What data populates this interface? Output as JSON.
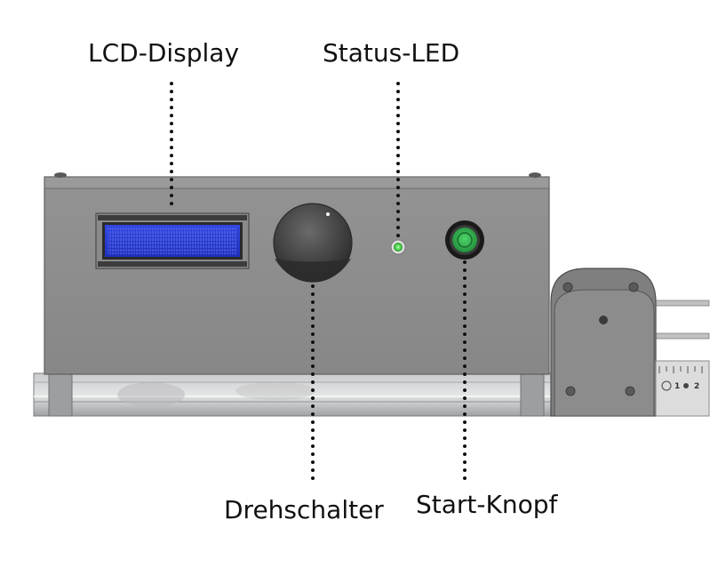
{
  "labels": {
    "lcd_display": "LCD-Display",
    "status_led": "Status-LED",
    "drehschalter": "Drehschalter",
    "start_knopf": "Start-Knopf"
  },
  "ruler": {
    "marks": [
      "1",
      "2"
    ]
  },
  "colors": {
    "housing": "#8e8e8e",
    "lcd_screen": "#2a3fd6",
    "led": "#4cd24c",
    "button": "#2fa84a",
    "knob": "#3a3a3a"
  }
}
